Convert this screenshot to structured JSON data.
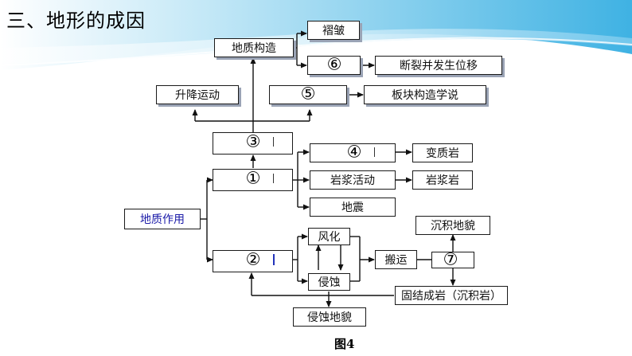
{
  "title": "三、地形的成因",
  "boxes": {
    "dizhi_gouzao": "地质构造",
    "zhezhou": "褶皱",
    "duanlie": "断裂并发生位移",
    "shengjiang": "升降运动",
    "bankuai": "板块构造学说",
    "bianzhiyan": "变质岩",
    "yanjiang_huodong": "岩浆活动",
    "yanjiangyan": "岩浆岩",
    "dizhen": "地震",
    "dizhi_zuoyong": "地质作用",
    "fenghua": "风化",
    "qinshi": "侵蚀",
    "banyun": "搬运",
    "chenji_dimao": "沉积地貌",
    "gujie": "固结成岩（沉积岩）",
    "qinshi_dimao": "侵蚀地貌"
  },
  "blanks": {
    "n1": "①",
    "n2": "②",
    "n3": "③",
    "n4": "④",
    "n5": "⑤",
    "n6": "⑥",
    "n7": "⑦"
  },
  "caption": "图4"
}
